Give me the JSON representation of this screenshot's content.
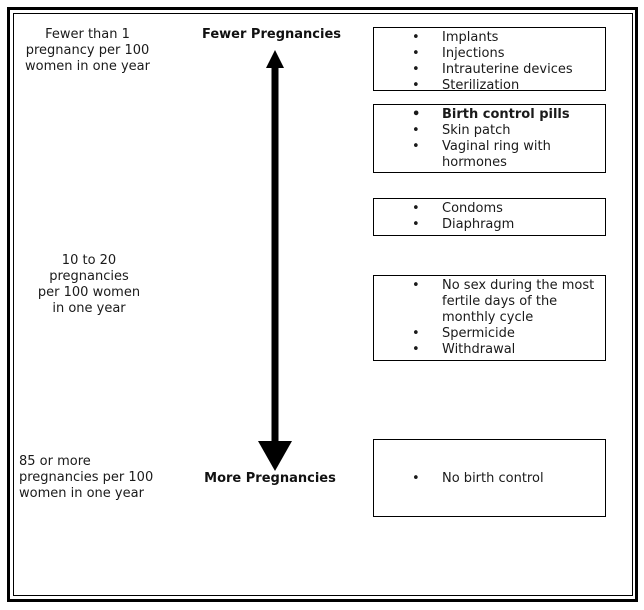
{
  "left_column": [
    {
      "text": "Fewer than 1\npregnancy per 100\nwomen in one year"
    },
    {
      "text": "10 to 20\npregnancies\nper 100 women\nin one year"
    },
    {
      "text": "85 or more\npregnancies per 100\nwomen in one year"
    }
  ],
  "axis": {
    "top_label": "Fewer Pregnancies",
    "bottom_label": "More Pregnancies"
  },
  "method_boxes": [
    {
      "items": [
        {
          "text": "Implants"
        },
        {
          "text": "Injections"
        },
        {
          "text": "Intrauterine devices"
        },
        {
          "text": "Sterilization"
        }
      ]
    },
    {
      "items": [
        {
          "text": "Birth control pills",
          "bold": true
        },
        {
          "text": "Skin patch"
        },
        {
          "text": "Vaginal ring with\nhormones"
        }
      ]
    },
    {
      "items": [
        {
          "text": "Condoms"
        },
        {
          "text": "Diaphragm"
        }
      ]
    },
    {
      "items": [
        {
          "text": "No sex during the most\nfertile days of the\nmonthly cycle"
        },
        {
          "text": "Spermicide"
        },
        {
          "text": "Withdrawal"
        }
      ]
    },
    {
      "items": [
        {
          "text": "No birth control"
        }
      ]
    }
  ],
  "colors": {
    "ink": "#1a1a1a",
    "border": "#000000",
    "background": "#ffffff"
  }
}
